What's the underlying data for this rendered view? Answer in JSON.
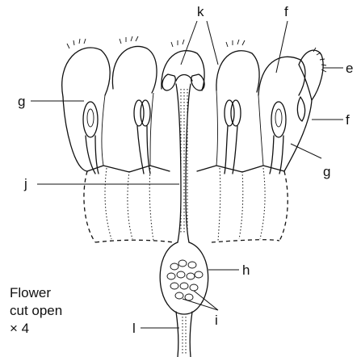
{
  "labels": {
    "e": "e",
    "f_top": "f",
    "f_right": "f",
    "g_left": "g",
    "g_right": "g",
    "h": "h",
    "i": "i",
    "j": "j",
    "k": "k",
    "l": "l"
  },
  "caption": {
    "line1": "Flower",
    "line2": "cut open",
    "line3": "× 4"
  }
}
